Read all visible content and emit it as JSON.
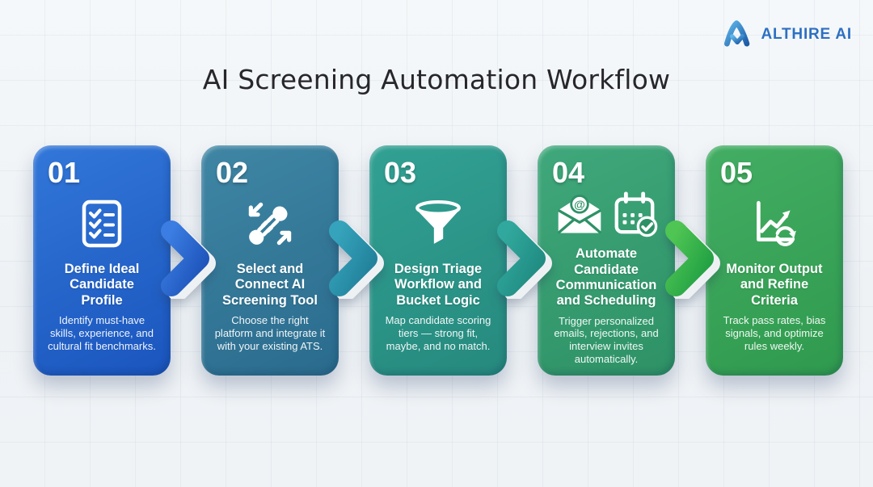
{
  "page": {
    "title": "AI Screening Automation Workflow",
    "title_color": "#27272b"
  },
  "brand": {
    "name": "ALTHIRE AI",
    "mark_icon": "althire-a-logo-icon",
    "text_color": "#2d70c2",
    "mark_gradient": [
      "#5fb7ea",
      "#1c5ca8"
    ]
  },
  "steps": [
    {
      "number": "01",
      "icon": "checklist-icon",
      "title": "Define Ideal\nCandidate\nProfile",
      "description": "Identify must-have\nskills, experience, and\ncultural fit benchmarks.",
      "color_top": "#3277d9",
      "color_bottom": "#1a55bd"
    },
    {
      "number": "02",
      "icon": "disconnected-plugs-icon",
      "title": "Select and\nConnect AI\nScreening Tool",
      "description": "Choose the right\nplatform and integrate it\nwith your existing ATS.",
      "color_top": "#3f86a4",
      "color_bottom": "#2a6b8d"
    },
    {
      "number": "03",
      "icon": "funnel-icon",
      "title": "Design Triage\nWorkflow and\nBucket Logic",
      "description": "Map candidate scoring\ntiers — strong fit,\nmaybe, and no match.",
      "color_top": "#31a193",
      "color_bottom": "#26897e"
    },
    {
      "number": "04",
      "icons": [
        "email-at-icon",
        "calendar-check-icon"
      ],
      "title": "Automate\nCandidate\nCommunication\nand Scheduling",
      "description": "Trigger personalized\nemails, rejections, and\ninterview invites\nautomatically.",
      "color_top": "#3fa87b",
      "color_bottom": "#2e9166"
    },
    {
      "number": "05",
      "icon": "chart-growth-refresh-icon",
      "title": "Monitor Output\nand Refine\nCriteria",
      "description": "Track pass rates, bias\nsignals, and optimize\nrules weekly.",
      "color_top": "#43ae63",
      "color_bottom": "#2f9a4e"
    }
  ],
  "arrows": [
    {
      "color_top": "#3b7de2",
      "color_bottom": "#1c52b8"
    },
    {
      "color_top": "#35a3bb",
      "color_bottom": "#217f99"
    },
    {
      "color_top": "#31a89d",
      "color_bottom": "#1f8a80"
    },
    {
      "color_top": "#4fc553",
      "color_bottom": "#1f9f43"
    }
  ],
  "background": {
    "base": "#f1f4f7",
    "grid_line": "rgba(185,198,212,0.20)"
  }
}
